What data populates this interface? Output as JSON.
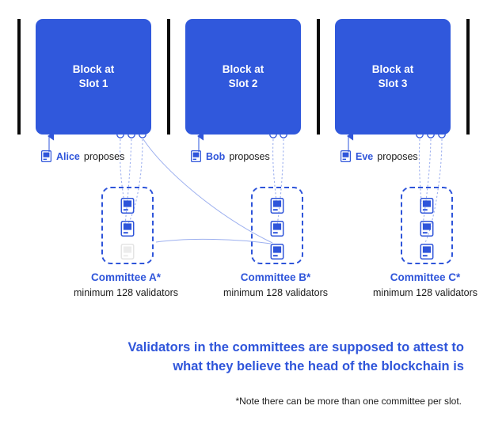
{
  "diagram": {
    "title": "Ethereum proof-of-stake slots, proposers and committees",
    "colors": {
      "block_blue": "#3058dc",
      "accent_blue": "#2f55da",
      "divider_black": "#0a0a0a",
      "text_dark": "#1b1b1b",
      "inactive_grey": "#e8e8e8"
    },
    "slots": [
      {
        "id": "slot-1",
        "block_label": "Block at\nSlot 1",
        "proposer_name": "Alice",
        "proposer_verb": "proposes",
        "proposer_icon": "computer-icon",
        "attestation_dots": 3,
        "committee": {
          "title": "Committee A*",
          "subtitle": "minimum 128 validators",
          "validators": [
            "active",
            "active",
            "inactive"
          ]
        }
      },
      {
        "id": "slot-2",
        "block_label": "Block at\nSlot 2",
        "proposer_name": "Bob",
        "proposer_verb": "proposes",
        "proposer_icon": "computer-icon",
        "attestation_dots": 2,
        "committee": {
          "title": "Committee B*",
          "subtitle": "minimum 128 validators",
          "validators": [
            "active",
            "active",
            "active"
          ]
        }
      },
      {
        "id": "slot-3",
        "block_label": "Block at\nSlot 3",
        "proposer_name": "Eve",
        "proposer_verb": "proposes",
        "proposer_icon": "computer-icon",
        "attestation_dots": 3,
        "committee": {
          "title": "Committee C*",
          "subtitle": "minimum 128 validators",
          "validators": [
            "active",
            "active",
            "active"
          ]
        }
      }
    ],
    "headline": "Validators in the committees are supposed to attest to\nwhat they believe the head of the blockchain is",
    "footnote": "*Note there can be more than one committee per slot."
  }
}
